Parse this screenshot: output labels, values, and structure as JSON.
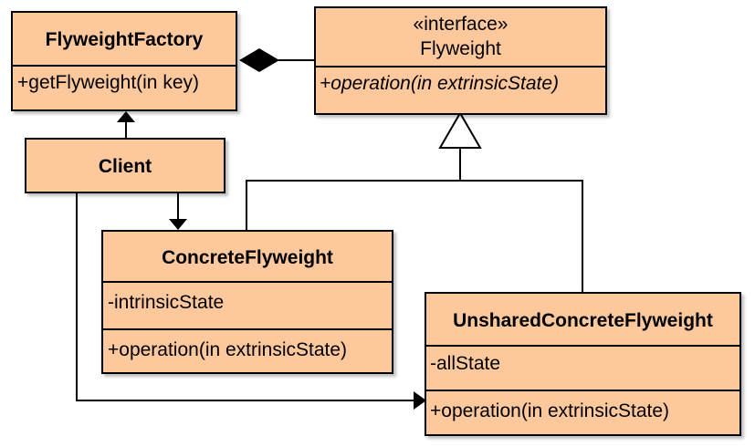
{
  "colors": {
    "box_fill": "#fcc89c",
    "line": "#000000"
  },
  "classes": {
    "factory": {
      "name": "FlyweightFactory",
      "methods": [
        "+getFlyweight(in key)"
      ]
    },
    "flyweight": {
      "stereotype": "«interface»",
      "name": "Flyweight",
      "methods": [
        "+operation(in extrinsicState)"
      ]
    },
    "client": {
      "name": "Client"
    },
    "concrete": {
      "name": "ConcreteFlyweight",
      "attributes": [
        "-intrinsicState"
      ],
      "methods": [
        "+operation(in extrinsicState)"
      ]
    },
    "unshared": {
      "name": "UnsharedConcreteFlyweight",
      "attributes": [
        "-allState"
      ],
      "methods": [
        "+operation(in extrinsicState)"
      ]
    }
  },
  "relations": [
    {
      "type": "composition",
      "whole": "FlyweightFactory",
      "part": "Flyweight"
    },
    {
      "type": "association",
      "from": "Client",
      "to": "FlyweightFactory"
    },
    {
      "type": "association",
      "from": "Client",
      "to": "ConcreteFlyweight"
    },
    {
      "type": "association",
      "from": "Client",
      "to": "UnsharedConcreteFlyweight"
    },
    {
      "type": "realization",
      "from": "ConcreteFlyweight",
      "to": "Flyweight"
    },
    {
      "type": "realization",
      "from": "UnsharedConcreteFlyweight",
      "to": "Flyweight"
    }
  ]
}
